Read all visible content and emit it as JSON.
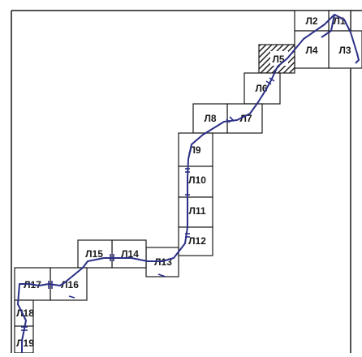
{
  "cells": [
    {
      "id": "l1",
      "label": "Л1"
    },
    {
      "id": "l2",
      "label": "Л2"
    },
    {
      "id": "l3",
      "label": "Л3"
    },
    {
      "id": "l4",
      "label": "Л4"
    },
    {
      "id": "l5",
      "label": "Л5",
      "hatched": true
    },
    {
      "id": "l6",
      "label": "Л6"
    },
    {
      "id": "l7",
      "label": "Л7"
    },
    {
      "id": "l8",
      "label": "Л8"
    },
    {
      "id": "l9",
      "label": "Л9"
    },
    {
      "id": "l10",
      "label": "Л10"
    },
    {
      "id": "l11",
      "label": "Л11"
    },
    {
      "id": "l12",
      "label": "Л12"
    },
    {
      "id": "l13",
      "label": "Л13"
    },
    {
      "id": "l14",
      "label": "Л14"
    },
    {
      "id": "l15",
      "label": "Л15"
    },
    {
      "id": "l16",
      "label": "Л16"
    },
    {
      "id": "l17",
      "label": "Л17"
    },
    {
      "id": "l18",
      "label": "Л18"
    },
    {
      "id": "l19",
      "label": "Л19"
    }
  ],
  "colors": {
    "line": "#1a1a1a",
    "route": "#2b2f86",
    "hatch": "#222222",
    "background": "#ffffff"
  }
}
